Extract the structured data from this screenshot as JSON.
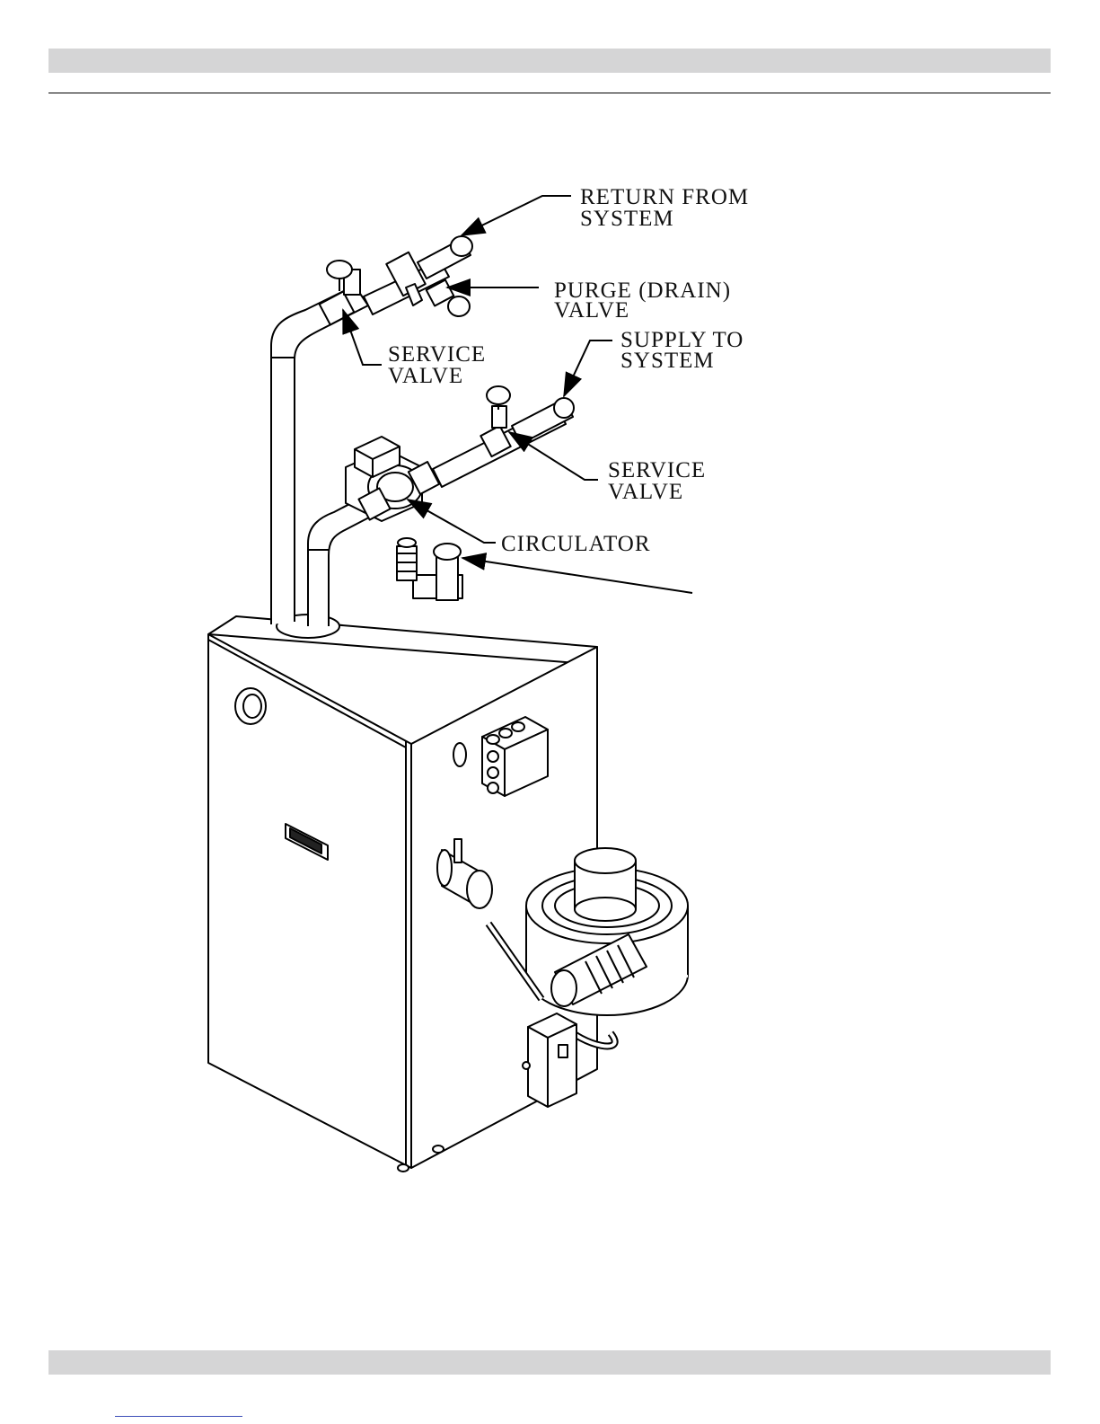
{
  "labels": {
    "return_line1": "RETURN FROM",
    "return_line2": "SYSTEM",
    "purge_line1": "PURGE (DRAIN)",
    "purge_line2": "VALVE",
    "service1_line1": "SERVICE",
    "service1_line2": "VALVE",
    "supply_line1": "SUPPLY TO",
    "supply_line2": "SYSTEM",
    "service2_line1": "SERVICE",
    "service2_line2": "VALVE",
    "circulator": "CIRCULATOR"
  },
  "colors": {
    "header_band": "#d5d5d6",
    "rule": "#000000",
    "footer_link": "#3b4db8"
  }
}
